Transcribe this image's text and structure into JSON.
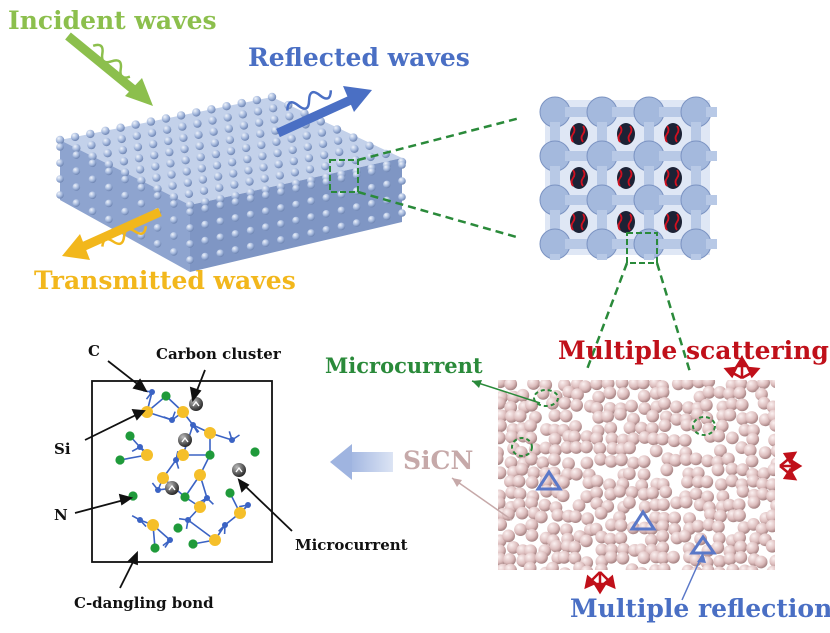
{
  "labels": {
    "incident": "Incident waves",
    "reflected": "Reflected waves",
    "transmitted": "Transmitted waves",
    "multiple_scattering": "Multiple scattering",
    "microcurrent_green": "Microcurrent",
    "sicn": "SiCN",
    "multiple_reflection": "Multiple reflection",
    "schematic_c": "C",
    "schematic_carbon_cluster": "Carbon cluster",
    "schematic_si": "Si",
    "schematic_n": "N",
    "schematic_microcurrent": "Microcurrent",
    "schematic_c_dangling": "C-dangling bond"
  },
  "colors": {
    "incident": "#8cbf4d",
    "reflected": "#4a6fc4",
    "transmitted": "#f2b71c",
    "scattering": "#c0101a",
    "microcurrent": "#2a8a3a",
    "sicn": "#c6a9a9",
    "sicn_arrow": "#b9c7e6",
    "reflection": "#5a78c8",
    "slab": "#a3b7dc",
    "lattice": "#a4b9dd",
    "sphere": "#e6cccc",
    "si_atom": "#f5bf2a",
    "n_atom": "#1f9a3a",
    "c_atom": "#3b63c4",
    "cluster": "#555555"
  }
}
